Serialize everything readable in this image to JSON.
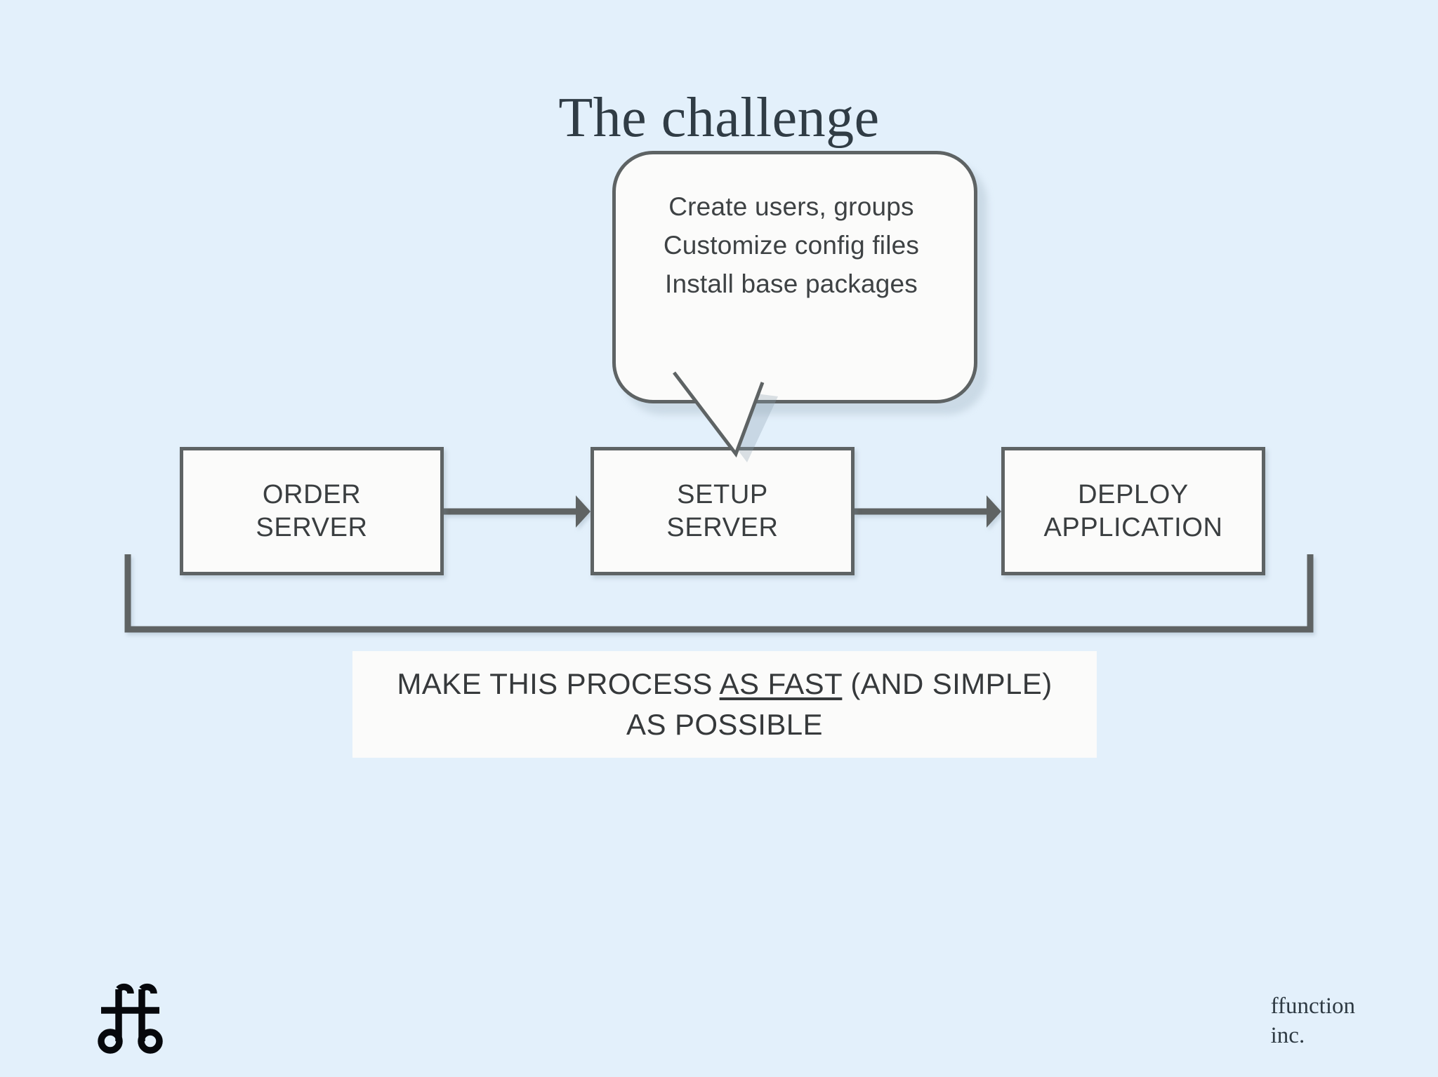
{
  "slide": {
    "title": "The challenge",
    "background_color": "#e3f0fb",
    "line_color": "#5e6364",
    "text_color": "#3a3e40",
    "surface_color": "#fbfbfa"
  },
  "callout": {
    "name": "setup-server-callout",
    "lines": [
      "Create users, groups",
      "Customize config files",
      "Install base packages"
    ],
    "line1": "Create users, groups",
    "line2": "Customize config files",
    "line3": "Install base packages",
    "points_to": "SETUP SERVER"
  },
  "flow": {
    "nodes": [
      {
        "id": "order",
        "line1": "ORDER",
        "line2": "SERVER"
      },
      {
        "id": "setup",
        "line1": "SETUP",
        "line2": "SERVER"
      },
      {
        "id": "deploy",
        "line1": "DEPLOY",
        "line2": "APPLICATION"
      }
    ],
    "connectors": [
      {
        "from": "order",
        "to": "setup",
        "type": "arrow"
      },
      {
        "from": "setup",
        "to": "deploy",
        "type": "arrow"
      }
    ],
    "bracket": {
      "type": "span-bracket",
      "spans": "order..deploy"
    }
  },
  "caption": {
    "prefix": "MAKE THIS PROCESS ",
    "emphasis": "AS FAST",
    "suffix": " (AND SIMPLE)",
    "line2": "AS POSSIBLE",
    "full_text": "MAKE THIS PROCESS AS FAST (AND SIMPLE) AS POSSIBLE"
  },
  "footer": {
    "logo_name": "ffunction-ff-monogram",
    "company_line1": "ffunction",
    "company_line2": "inc."
  }
}
